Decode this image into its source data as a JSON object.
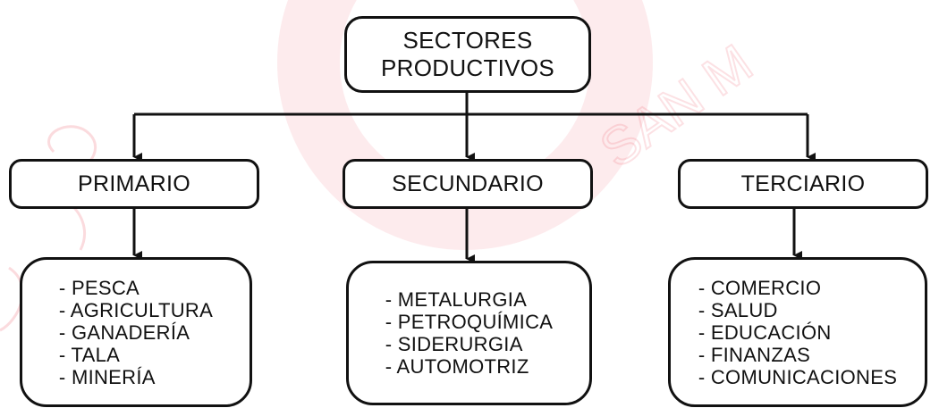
{
  "root": {
    "line1": "SECTORES",
    "line2": "PRODUCTIVOS"
  },
  "sectors": [
    {
      "label": "PRIMARIO",
      "items": [
        "- PESCA",
        "- AGRICULTURA",
        "- GANADERÍA",
        "- TALA",
        "- MINERÍA"
      ]
    },
    {
      "label": "SECUNDARIO",
      "items": [
        "- METALURGIA",
        "- PETROQUÍMICA",
        "- SIDERURGIA",
        "- AUTOMOTRIZ"
      ]
    },
    {
      "label": "TERCIARIO",
      "items": [
        "- COMERCIO",
        "- SALUD",
        "- EDUCACIÓN",
        "- FINANZAS",
        "- COMUNICACIONES"
      ]
    }
  ],
  "colors": {
    "line": "#111111",
    "watermark": "#e8364a"
  }
}
